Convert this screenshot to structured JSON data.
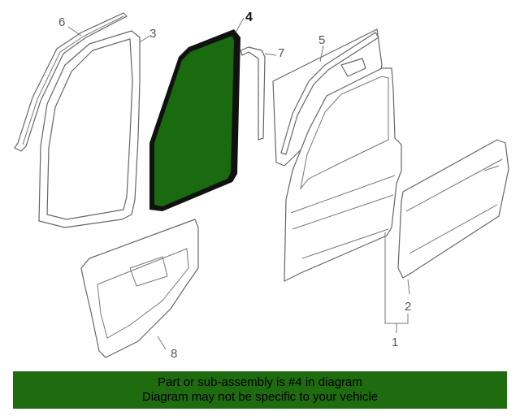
{
  "diagram": {
    "highlight_color": "#1a6b10",
    "callouts": [
      "1",
      "2",
      "3",
      "4",
      "5",
      "6",
      "7",
      "8"
    ],
    "highlighted_callout": "4"
  },
  "banner": {
    "line1": "Part or sub-assembly is #4 in diagram",
    "line2": "Diagram may not be specific to your vehicle",
    "color": "#1f6b10"
  }
}
